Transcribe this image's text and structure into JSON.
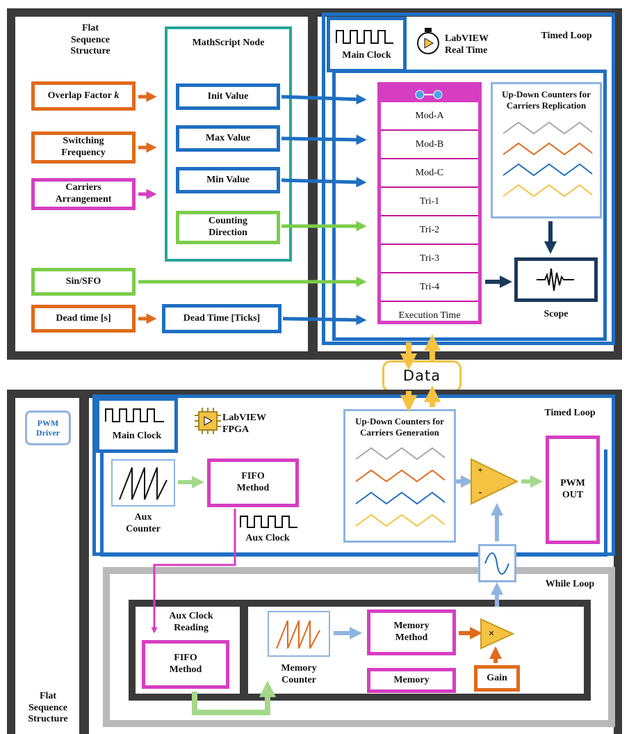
{
  "colors": {
    "frame": "#3a3a3a",
    "blue": "#1f6fc2",
    "teal": "#26a69a",
    "orange": "#e06a1b",
    "green": "#7ccc4a",
    "magenta": "#d63ec1",
    "lightblue": "#8fb4e0",
    "yellow": "#f5c242",
    "navy": "#1b3a5c",
    "gray": "#a7a7a7",
    "lightgreen": "#a5d88a"
  },
  "top": {
    "flat_seq_label": "Flat\nSequence\nStructure",
    "mathscript_label": "MathScript Node",
    "timed_loop_label": "Timed Loop",
    "main_clock_label": "Main Clock",
    "rt_label": "LabVIEW\nReal Time",
    "inputs": [
      "Overlap Factor k",
      "Switching\nFrequency",
      "Carriers\nArrangement"
    ],
    "overlap_text": "Overlap Factor",
    "overlap_italic": "k",
    "switching_text": "Switching\nFrequency",
    "carriers_text": "Carriers\nArrangement",
    "node_items": [
      "Init Value",
      "Max Value",
      "Min Value",
      "Counting\nDirection"
    ],
    "sin_label": "Sin/SFO",
    "dead_time_label": "Dead time [s]",
    "dead_ticks_label": "Dead Time [Ticks]",
    "cluster_items": [
      "Mod-A",
      "Mod-B",
      "Mod-C",
      "Tri-1",
      "Tri-2",
      "Tri-3",
      "Tri-4",
      "Execution Time"
    ],
    "counters_title": "Up-Down Counters for\nCarriers Replication",
    "scope_label": "Scope"
  },
  "data_label": "Data",
  "bottom": {
    "pwm_driver": "PWM\nDriver",
    "main_clock_label": "Main Clock",
    "fpga_label": "LabVIEW\nFPGA",
    "timed_loop_label": "Timed Loop",
    "counters_title": "Up-Down Counters for\nCarriers Generation",
    "aux_counter": "Aux\nCounter",
    "fifo_method": "FIFO\nMethod",
    "aux_clock": "Aux Clock",
    "pwm_out": "PWM\nOUT",
    "while_loop": "While Loop",
    "aux_clock_reading": "Aux Clock\nReading",
    "fifo_method2": "FIFO\nMethod",
    "memory_counter": "Memory\nCounter",
    "memory_method": "Memory\nMethod",
    "memory": "Memory",
    "gain": "Gain",
    "flat_seq_label": "Flat\nSequence\nStructure",
    "plus": "+",
    "minus": "-",
    "times": "×"
  }
}
